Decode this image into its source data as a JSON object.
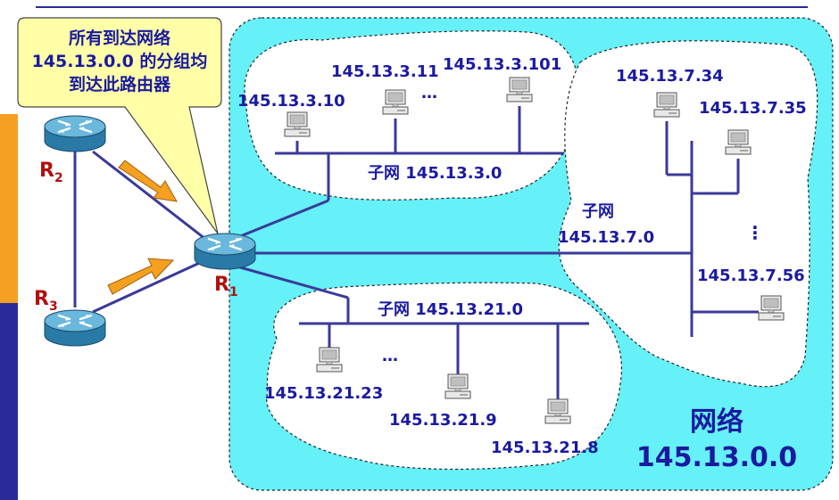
{
  "callout": {
    "lines": [
      "所有到达网络",
      "145.13.0.0 的分组均",
      "到达此路由器"
    ]
  },
  "routers": {
    "r1": {
      "letter": "R",
      "sub": "1"
    },
    "r2": {
      "letter": "R",
      "sub": "2"
    },
    "r3": {
      "letter": "R",
      "sub": "3"
    }
  },
  "subnet3": {
    "label": "子网 145.13.3.0",
    "hosts": [
      "145.13.3.10",
      "145.13.3.11",
      "145.13.3.101"
    ],
    "dots": "…"
  },
  "subnet7": {
    "label_line1": "子网",
    "label_line2": "145.13.7.0",
    "hosts": [
      "145.13.7.34",
      "145.13.7.35",
      "145.13.7.56"
    ],
    "dots": "⋮"
  },
  "subnet21": {
    "label": "子网 145.13.21.0",
    "hosts": [
      "145.13.21.23",
      "145.13.21.9",
      "145.13.21.8"
    ],
    "dots": "…"
  },
  "network": {
    "label_line1": "网络",
    "label_line2": "145.13.0.0"
  },
  "colors": {
    "network_fill": "#66f0f8",
    "subnet_fill": "#ffffff",
    "link": "#3a3a9a",
    "callout_fill": "#ffffa8",
    "arrow": "#f5a020",
    "text": "#1a1aa0",
    "router_label": "#b01010",
    "band_orange": "#f5a020",
    "band_blue": "#2a2a9a"
  }
}
